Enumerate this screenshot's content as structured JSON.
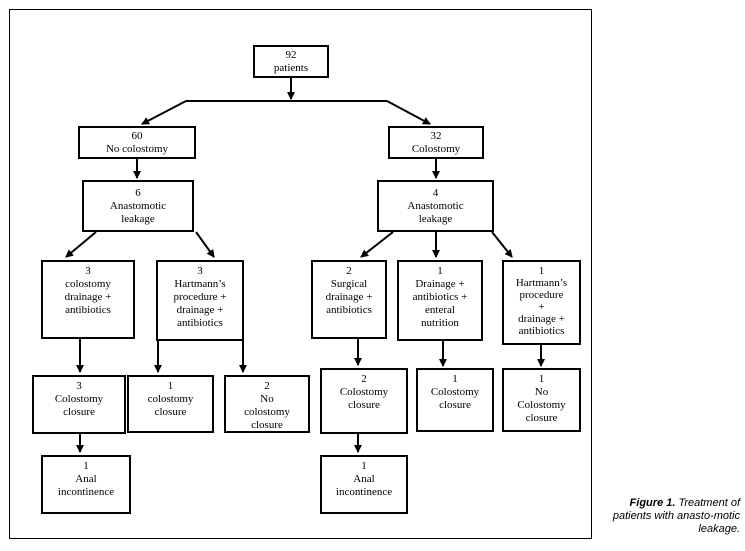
{
  "nodes": {
    "root": [
      "92",
      "patients"
    ],
    "no_colostomy": [
      "60",
      "No colostomy"
    ],
    "colostomy": [
      "32",
      "Colostomy"
    ],
    "leak_left": [
      "6",
      "Anastomotic",
      "leakage"
    ],
    "leak_right": [
      "4",
      "Anastomotic",
      "leakage"
    ],
    "l_drainage": [
      "3",
      "colostomy",
      "drainage +",
      "antibiotics"
    ],
    "l_hartmann": [
      "3",
      "Hartmann’s",
      "procedure +",
      "drainage +",
      "antibiotics"
    ],
    "r_surgical": [
      "2",
      "Surgical",
      "drainage +",
      "antibiotics"
    ],
    "r_drainage": [
      "1",
      "Drainage +",
      "antibiotics +",
      "enteral",
      "nutrition"
    ],
    "r_hartmann": [
      "1",
      "Hartmann’s",
      "procedure",
      "+",
      "drainage +",
      "antibiotics"
    ],
    "l_closure": [
      "3",
      "Colostomy",
      "closure"
    ],
    "l_h_closure": [
      "1",
      "colostomy",
      "closure"
    ],
    "l_h_noclosure": [
      "2",
      "No",
      "colostomy",
      "closure"
    ],
    "r_closure": [
      "2",
      "Colostomy",
      "closure"
    ],
    "r_d_closure": [
      "1",
      "Colostomy",
      "closure"
    ],
    "r_h_noclosure": [
      "1",
      "No",
      "Colostomy",
      "closure"
    ],
    "l_anal": [
      "1",
      "Anal",
      "incontinence"
    ],
    "r_anal": [
      "1",
      "Anal",
      "incontinence"
    ]
  },
  "caption": {
    "label": "Figure 1.",
    "text": "Treatment of patients with anasto-motic leakage."
  }
}
